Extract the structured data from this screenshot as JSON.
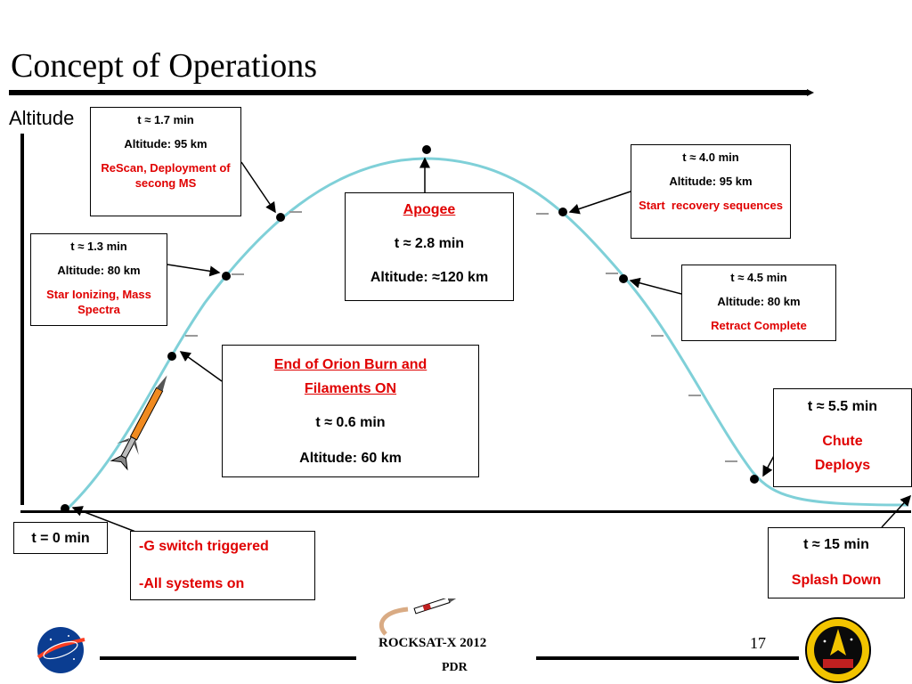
{
  "title": "Concept of Operations",
  "axis": {
    "y_label": "Altitude"
  },
  "boxes": {
    "b17": {
      "time": "t ≈ 1.7 min",
      "alt": "Altitude: 95 km",
      "event": "ReScan, Deployment of secong MS"
    },
    "b13": {
      "time": "t ≈ 1.3 min",
      "alt": "Altitude: 80 km",
      "event": "Star Ionizing, Mass Spectra"
    },
    "b40": {
      "time": "t ≈ 4.0 min",
      "alt": "Altitude: 95 km",
      "event": "Start  recovery sequences"
    },
    "b45": {
      "time": "t ≈ 4.5 min",
      "alt": "Altitude: 80 km",
      "event": "Retract Complete"
    },
    "apogee": {
      "event": "Apogee",
      "time": "t ≈ 2.8 min",
      "alt": "Altitude: ≈120 km"
    },
    "orion": {
      "event": "End of Orion Burn and Filaments ON",
      "time": "t ≈ 0.6 min",
      "alt": "Altitude: 60 km"
    },
    "b55": {
      "time": "t ≈ 5.5 min",
      "event": "Chute Deploys"
    },
    "b0": {
      "time": "t = 0 min"
    },
    "g": {
      "line1": "-G switch triggered",
      "line2": "-All systems on"
    },
    "b15": {
      "time": "t ≈ 15 min",
      "event": "Splash Down"
    }
  },
  "footer": {
    "page": "17",
    "center": "ROCKSAT-X  2012",
    "sub": "PDR"
  },
  "logos": {
    "left": "nasa-logo",
    "right": "wff-logo",
    "center": "rocket-logo"
  },
  "colors": {
    "trajectory": "#7fd0d8",
    "event_text": "#e00000"
  }
}
